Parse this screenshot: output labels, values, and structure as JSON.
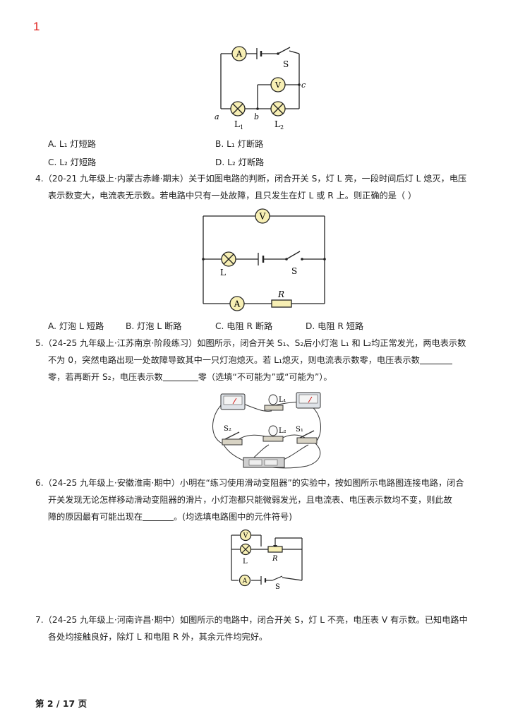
{
  "page_marker": "1",
  "q3": {
    "circuit_labels": {
      "ammeter": "A",
      "voltmeter": "V",
      "switch": "S",
      "a": "a",
      "b": "b",
      "c": "c",
      "L1": "L",
      "L1_sub": "1",
      "L2": "L",
      "L2_sub": "2"
    },
    "options": {
      "A": "A.  L₁ 灯短路",
      "B": "B.  L₁ 灯断路",
      "C": "C.  L₂ 灯短路",
      "D": "D.  L₂ 灯断路"
    }
  },
  "q4": {
    "line1": "4.（20-21 九年级上·内蒙古赤峰·期末）关于如图电路的判断，闭合开关 S，灯 L 亮，一段时间后灯 L 熄灭，电压",
    "line2": "表示数变大，电流表无示数。若电路中只有一处故障，且只发生在灯 L 或 R 上。则正确的是（      ）",
    "circuit_labels": {
      "voltmeter": "V",
      "lamp": "L",
      "switch": "S",
      "ammeter": "A",
      "resistor": "R"
    },
    "options": {
      "A": "A.  灯泡 L 短路",
      "B": "B.  灯泡 L 断路",
      "C": "C.  电阻 R 断路",
      "D": "D.  电阻 R 短路"
    }
  },
  "q5": {
    "line1": "5.（24-25 九年级上·江苏南京·阶段练习）如图所示，闭合开关 S₁、S₂后小灯泡 L₁ 和 L₂均正常发光，两电表示数",
    "line2": "不为 0，突然电路出现一处故障导致其中一只灯泡熄灭。若 L₁熄灭，则电流表示数零，电压表示数",
    "line3a": "零，若再断开 S₂，电压表示数",
    "line3b": "零（选填“不可能为”或“可能为”）。",
    "figure_labels": {
      "L1": "L₁",
      "L2": "L₂",
      "S1": "S₁",
      "S2": "S₂"
    }
  },
  "q6": {
    "line1": "6.（24-25 九年级上·安徽淮南·期中）小明在“练习使用滑动变阻器”的实验中，按如图所示电路图连接电路，闭合",
    "line2": "开关发现无论怎样移动滑动变阻器的滑片，小灯泡都只能微弱发光，且电流表、电压表示数均不变，则此故",
    "line3a": "障的原因最有可能出现在",
    "line3b": "。(均选填电路图中的元件符号)",
    "circuit_labels": {
      "voltmeter": "V",
      "lamp": "L",
      "resistor": "R",
      "ammeter": "A",
      "switch": "S"
    }
  },
  "q7": {
    "line1": "7.（24-25 九年级上·河南许昌·期中）如图所示的电路中，闭合开关 S，灯 L 不亮，电压表 V 有示数。已知电路中",
    "line2": "各处均接触良好，除灯 L 和电阻 R 外，其余元件均完好。"
  },
  "footer": "第 2 / 17 页"
}
